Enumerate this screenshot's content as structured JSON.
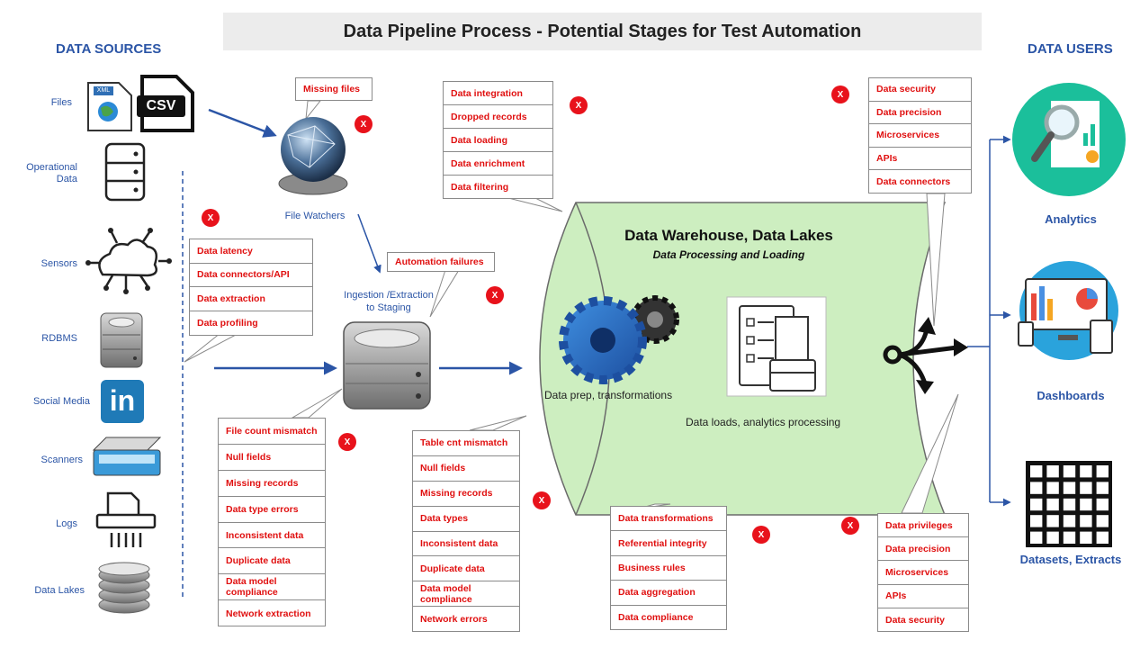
{
  "title": "Data Pipeline Process - Potential Stages for Test Automation",
  "sources": {
    "heading": "DATA SOURCES",
    "items": [
      "Files",
      "Operational Data",
      "Sensors",
      "RDBMS",
      "Social Media",
      "Scanners",
      "Logs",
      "Data Lakes"
    ],
    "file_icon_labels": {
      "xml": "XML",
      "csv": "CSV"
    },
    "social_icon_text": "in"
  },
  "users": {
    "heading": "DATA USERS",
    "items": [
      "Analytics",
      "Dashboards",
      "Datasets, Extracts"
    ]
  },
  "stages": {
    "file_watchers": "File Watchers",
    "ingestion_line1": "Ingestion /Extraction",
    "ingestion_line2": "to Staging",
    "warehouse_title": "Data Warehouse, Data Lakes",
    "warehouse_subtitle": "Data Processing and Loading",
    "data_prep": "Data prep, transformations",
    "data_loads": "Data loads, analytics processing"
  },
  "callouts": {
    "missing_files": [
      "Missing files"
    ],
    "automation_failures": [
      "Automation failures"
    ],
    "source_checks": [
      "Data latency",
      "Data connectors/API",
      "Data extraction",
      "Data profiling"
    ],
    "staging_checks": [
      "File count mismatch",
      "Null fields",
      "Missing records",
      "Data type errors",
      "Inconsistent data",
      "Duplicate data",
      "Data model compliance",
      "Network extraction"
    ],
    "integration_checks": [
      "Data integration",
      "Dropped records",
      "Data loading",
      "Data enrichment",
      "Data filtering"
    ],
    "warehouse_checks": [
      "Table cnt mismatch",
      "Null fields",
      "Missing records",
      "Data types",
      "Inconsistent data",
      "Duplicate data",
      "Data model compliance",
      "Network errors"
    ],
    "transformation_checks": [
      "Data transformations",
      "Referential integrity",
      "Business rules",
      "Data aggregation",
      "Data compliance"
    ],
    "security_checks": [
      "Data security",
      "Data precision",
      "Microservices",
      "APIs",
      "Data connectors"
    ],
    "privilege_checks": [
      "Data privileges",
      "Data precision",
      "Microservices",
      "APIs",
      "Data security"
    ]
  },
  "failure_marker": "X",
  "colors": {
    "heading_blue": "#2b55a6",
    "check_red": "#e01010",
    "marker_red": "#e8121b",
    "warehouse_green": "#cdeec0",
    "analytics_teal": "#1bbf9b",
    "dashboard_blue": "#2aa3dc"
  }
}
